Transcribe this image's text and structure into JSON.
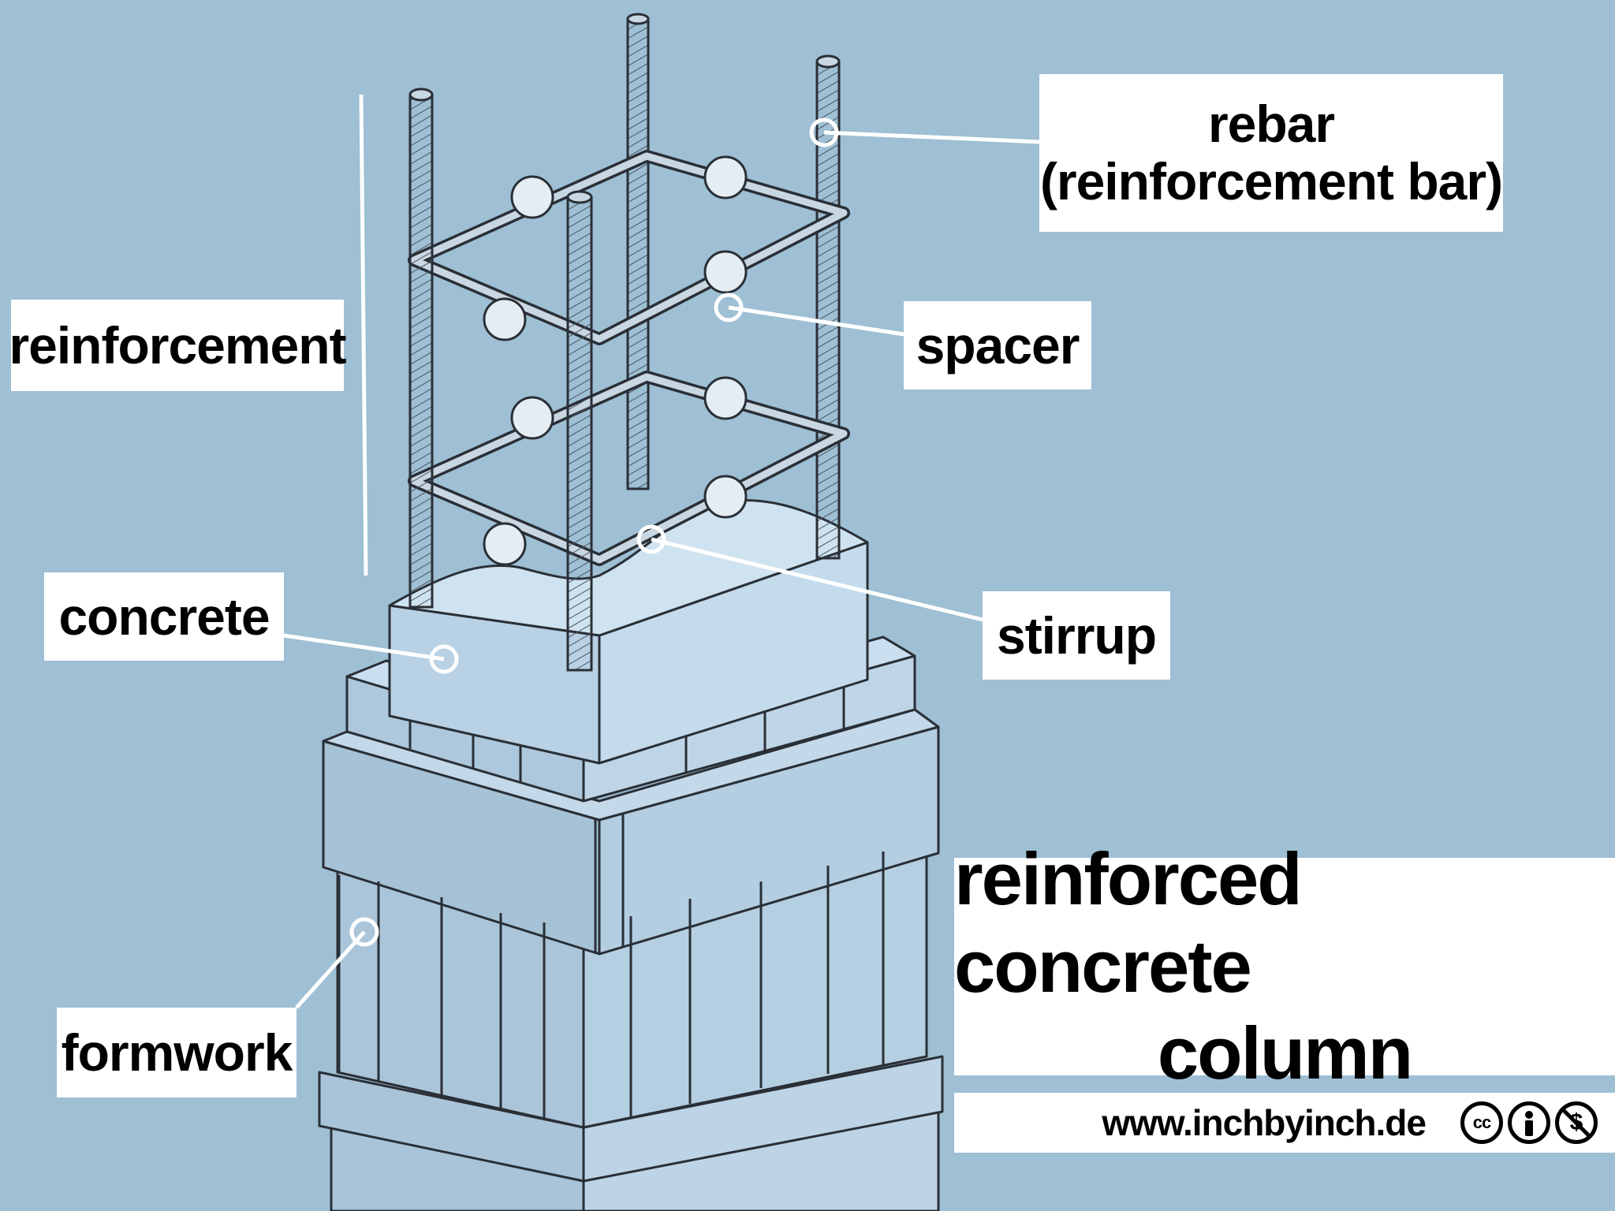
{
  "labels": {
    "rebar_line1": "rebar",
    "rebar_line2": "(reinforcement bar)",
    "reinforcement": "reinforcement",
    "spacer": "spacer",
    "concrete": "concrete",
    "stirrup": "stirrup",
    "formwork": "formwork"
  },
  "title": {
    "line1": "reinforced concrete",
    "line2": "column"
  },
  "footer": {
    "url": "www.inchbyinch.de",
    "cc_text": "cc",
    "nc_text": "$"
  },
  "colors": {
    "background": "#9ebfd4",
    "concrete_fill": "#b6d0e3",
    "formwork_fill": "#afcadd",
    "line": "#2a2f36",
    "label_bg": "#ffffff"
  },
  "icons": [
    "creative-commons-icon",
    "attribution-icon",
    "non-commercial-icon"
  ]
}
